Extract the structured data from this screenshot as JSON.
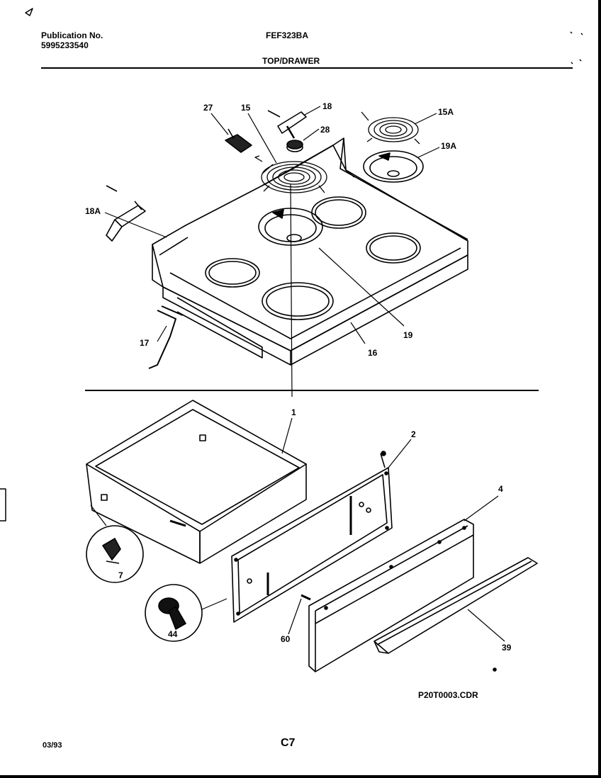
{
  "header": {
    "publication_label": "Publication No.",
    "publication_number": "5995233540",
    "model": "FEF323BA",
    "section": "TOP/DRAWER"
  },
  "callouts": {
    "c27": "27",
    "c15": "15",
    "c18": "18",
    "c28": "28",
    "c15a": "15A",
    "c19a": "19A",
    "c18a": "18A",
    "c17": "17",
    "c19": "19",
    "c16": "16",
    "c1": "1",
    "c2": "2",
    "c4": "4",
    "c7": "7",
    "c44": "44",
    "c60": "60",
    "c39": "39"
  },
  "drawing_file": "P20T0003.CDR",
  "footer": {
    "date": "03/93",
    "page": "C7"
  }
}
